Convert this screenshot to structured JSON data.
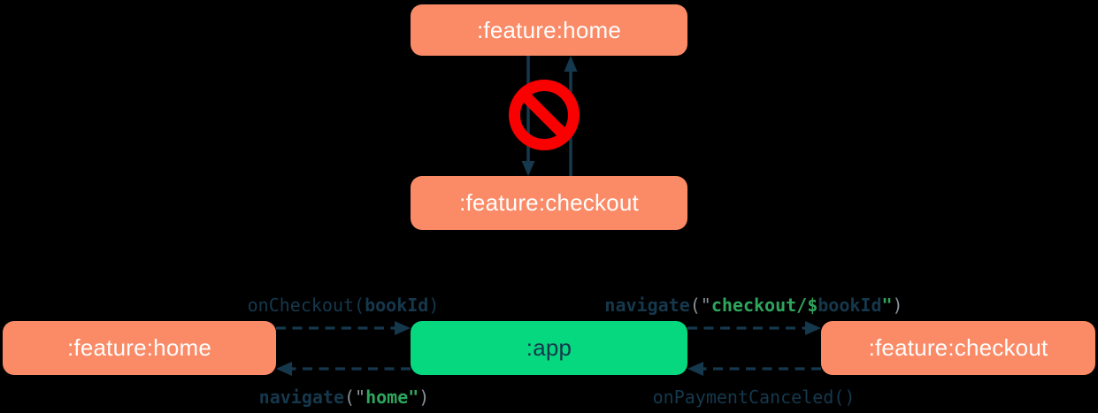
{
  "colors": {
    "background": "#000000",
    "module_box": "#FB8A66",
    "app_box": "#05D87F",
    "navy": "#15384D",
    "code_green": "#2EA55C",
    "punctuation_gray": "#8A9199",
    "forbidden_red": "#F90100",
    "box_text_light": "#FDFDFD"
  },
  "top_diagram": {
    "home": {
      "label": ":feature:home"
    },
    "checkout": {
      "label": ":feature:checkout"
    },
    "forbidden_icon": "no-entry-icon",
    "relation": "direct dependency between feature modules is forbidden"
  },
  "bottom_diagram": {
    "home": {
      "label": ":feature:home"
    },
    "app": {
      "label": ":app"
    },
    "checkout": {
      "label": ":feature:checkout"
    },
    "edges": [
      {
        "from": ":feature:home",
        "to": ":app",
        "label": "onCheckout(bookId)",
        "runs": [
          {
            "text": "onCheckout(",
            "cls": "navy"
          },
          {
            "text": "bookId",
            "cls": "navy-bold"
          },
          {
            "text": ")",
            "cls": "navy"
          }
        ]
      },
      {
        "from": ":app",
        "to": ":feature:checkout",
        "label": "navigate(\"checkout/$bookId\")",
        "runs": [
          {
            "text": "navigate",
            "cls": "navy-bold"
          },
          {
            "text": "(\"",
            "cls": "gray"
          },
          {
            "text": "checkout/$",
            "cls": "green-bold"
          },
          {
            "text": "bookId",
            "cls": "navy-bold"
          },
          {
            "text": "\"",
            "cls": "green-bold"
          },
          {
            "text": ")",
            "cls": "gray"
          }
        ]
      },
      {
        "from": ":app",
        "to": ":feature:home",
        "label": "navigate(\"home\")",
        "runs": [
          {
            "text": "navigate",
            "cls": "navy-bold"
          },
          {
            "text": "(\"",
            "cls": "gray"
          },
          {
            "text": "home",
            "cls": "green-bold"
          },
          {
            "text": "\"",
            "cls": "green-bold"
          },
          {
            "text": ")",
            "cls": "gray"
          }
        ]
      },
      {
        "from": ":feature:checkout",
        "to": ":app",
        "label": "onPaymentCanceled()",
        "runs": [
          {
            "text": "onPaymentCanceled()",
            "cls": "navy"
          }
        ]
      }
    ]
  }
}
